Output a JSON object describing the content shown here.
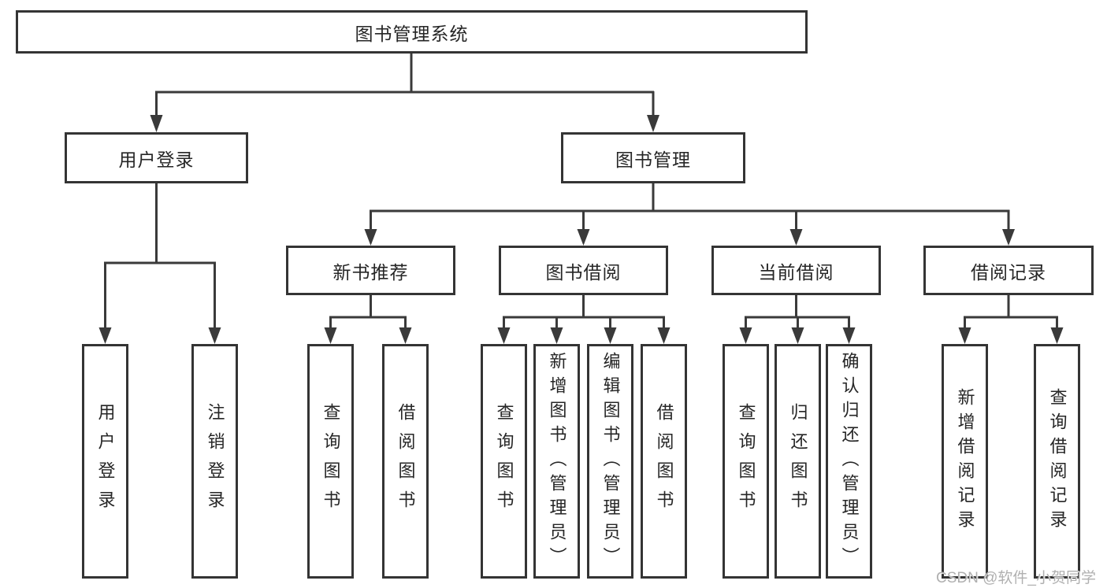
{
  "diagram": {
    "title": "图书管理系统",
    "level2": [
      {
        "label": "用户登录"
      },
      {
        "label": "图书管理"
      }
    ],
    "level3": [
      {
        "label": "新书推荐",
        "parent": "图书管理"
      },
      {
        "label": "图书借阅",
        "parent": "图书管理"
      },
      {
        "label": "当前借阅",
        "parent": "图书管理"
      },
      {
        "label": "借阅记录",
        "parent": "图书管理"
      }
    ],
    "leaves": [
      {
        "label": "用户登录",
        "parent": "用户登录"
      },
      {
        "label": "注销登录",
        "parent": "用户登录"
      },
      {
        "label": "查询图书",
        "parent": "新书推荐"
      },
      {
        "label": "借阅图书",
        "parent": "新书推荐"
      },
      {
        "label": "查询图书",
        "parent": "图书借阅"
      },
      {
        "label": "新增图书（管理员）",
        "parent": "图书借阅"
      },
      {
        "label": "编辑图书（管理员）",
        "parent": "图书借阅"
      },
      {
        "label": "借阅图书",
        "parent": "图书借阅"
      },
      {
        "label": "查询图书",
        "parent": "当前借阅"
      },
      {
        "label": "归还图书",
        "parent": "当前借阅"
      },
      {
        "label": "确认归还（管理员）",
        "parent": "当前借阅"
      },
      {
        "label": "新增借阅记录",
        "parent": "借阅记录"
      },
      {
        "label": "查询借阅记录",
        "parent": "借阅记录"
      }
    ]
  },
  "watermark": {
    "text": "CSDN @软件_小贺同学"
  },
  "colors": {
    "line": "#3a3a3a",
    "border": "#343434",
    "text": "#262626",
    "watermark": "#b0b0b0"
  }
}
